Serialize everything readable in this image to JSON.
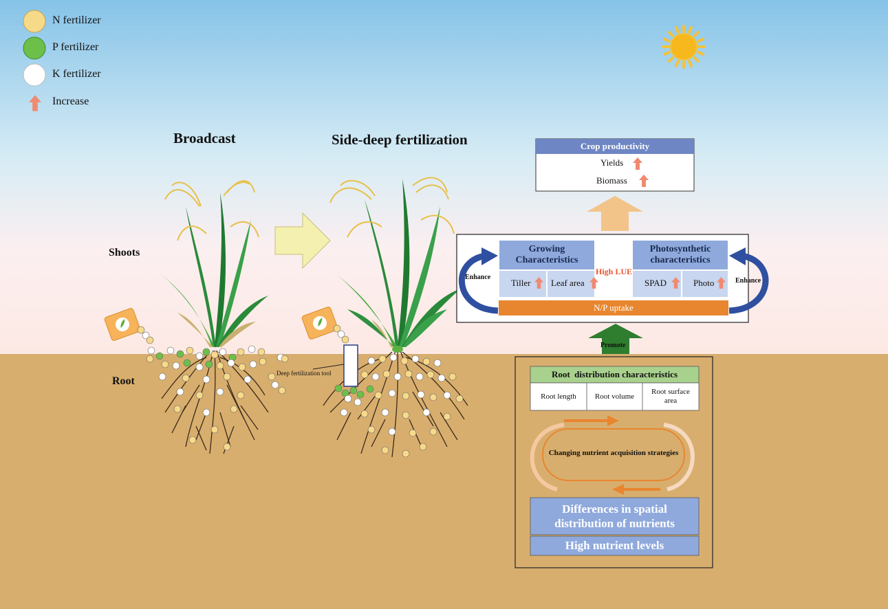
{
  "legend": {
    "items": [
      {
        "label": "N fertilizer",
        "color": "#f7d98a"
      },
      {
        "label": "P fertilizer",
        "color": "#6cc04a"
      },
      {
        "label": "K fertilizer",
        "color": "#ffffff"
      },
      {
        "label": "Increase",
        "color": "#f08a70"
      }
    ]
  },
  "titles": {
    "broadcast": "Broadcast",
    "side_deep": "Side-deep fertilization"
  },
  "labels": {
    "shoots": "Shoots",
    "root": "Root",
    "tool": "Deep fertilization tool"
  },
  "crop": {
    "title": "Crop productivity",
    "yields": "Yields",
    "biomass": "Biomass"
  },
  "traits": {
    "growing_title": "Growing Characteristics",
    "tiller": "Tiller",
    "leaf_area": "Leaf area",
    "high_lue": "High LUE",
    "photo_title": "Photosynthetic characteristics",
    "spad": "SPAD",
    "photo": "Photo",
    "enhance_left": "Enhance",
    "enhance_right": "Enhance",
    "np_uptake": "N/P uptake"
  },
  "promote": "Promote",
  "root_box": {
    "title": "Root  distribution characteristics",
    "cells": [
      "Root length",
      "Root volume",
      "Root surface area"
    ],
    "strategy": "Changing nutrient acquisition strategies",
    "spatial": "Differences in spatial distribution of nutrients",
    "levels": "High nutrient levels"
  },
  "colors": {
    "sky_top": "#86c3e8",
    "soil": "#d8ae6e",
    "header_blue": "#6f86c4",
    "cell_blue": "#8fa9dc",
    "orange": "#e8862f",
    "green_header": "#a9d18e",
    "promote_green": "#2f7d2f",
    "increase_arrow": "#f08a70"
  }
}
